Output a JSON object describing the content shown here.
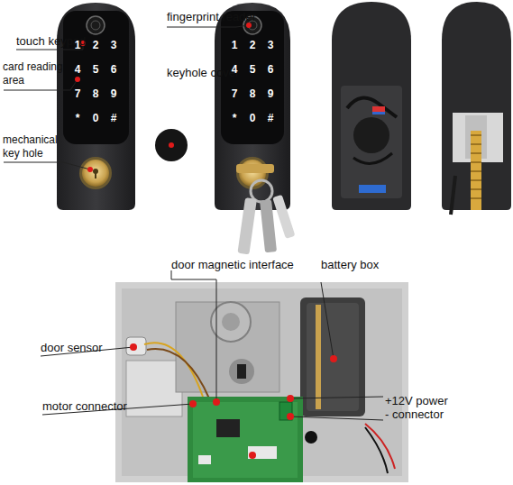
{
  "diagram": {
    "labels": [
      "touch keypad",
      "fingerprint reader",
      "card reading area",
      "keyhole cover",
      "mechanical key hole",
      "1",
      "2",
      "3",
      "4",
      "5",
      "6",
      "7",
      "8",
      "9",
      "*",
      "0",
      "#",
      "1",
      "2",
      "3",
      "4",
      "5",
      "6",
      "7",
      "8",
      "9",
      "*",
      "0",
      "#",
      "door magnetic interface",
      "battery box",
      "door sensor",
      "motor connector",
      "+12V power - connector"
    ]
  }
}
